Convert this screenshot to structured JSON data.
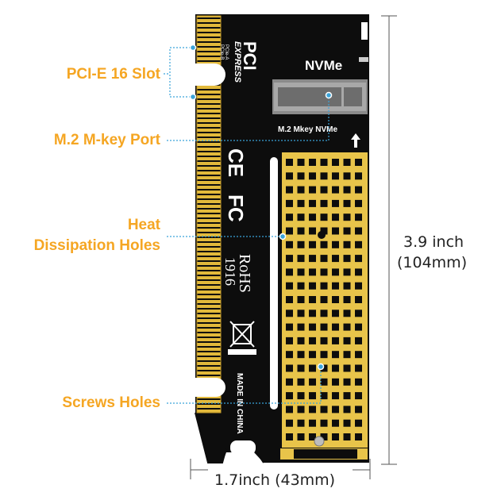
{
  "callouts": {
    "pcie_slot": "PCI-E 16 Slot",
    "m2_port": "M.2 M-key Port",
    "heat_line1": "Heat",
    "heat_line2": "Dissipation Holes",
    "screws": "Screws Holes"
  },
  "dimensions": {
    "height_line1": "3.9 inch",
    "height_line2": "(104mm)",
    "width": "1.7inch (43mm)"
  },
  "board": {
    "pci_logo_top": "PCI",
    "pci_logo_bottom": "EXPRESS",
    "nvme": "NVMe",
    "slot_label": "M.2 Mkey NVMe",
    "ce": "CE",
    "fc": "FC",
    "rohs": "RoHS",
    "rohs_code": "1916",
    "made_in": "MADE IN CHINA",
    "pin_labels": [
      "PCIe-A",
      "PCIe-B"
    ]
  },
  "colors": {
    "accent": "#f5a623",
    "leader": "#3aa3d9",
    "board": "#0d0d0d",
    "gold": "#e8c44a"
  }
}
